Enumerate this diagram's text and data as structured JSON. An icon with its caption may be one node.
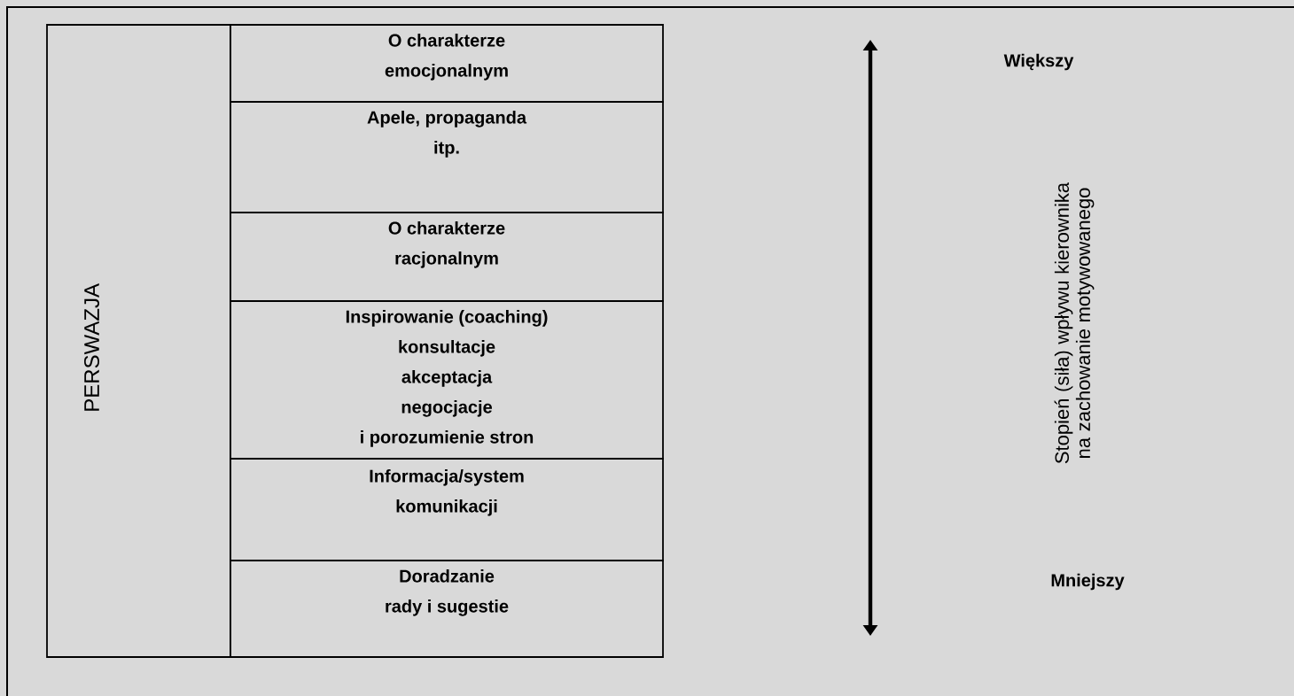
{
  "diagram": {
    "nodes": [
      {
        "text": [
          "PERSWAZJA"
        ]
      },
      {
        "text": [
          "O charakterze emocjonalnym"
        ]
      },
      {
        "text": [
          "Apele, propaganda itp."
        ]
      },
      {
        "text": [
          "O charakterze racjonalnym"
        ]
      },
      {
        "text": [
          "Inspirowanie (coaching)",
          "konsultacje",
          "akceptacja",
          "negocjacje",
          "i porozumienie stron"
        ]
      },
      {
        "text": [
          "Informacja/system komunikacji"
        ]
      },
      {
        "text": [
          "Doradzanie",
          "rady i sugestie"
        ]
      }
    ],
    "labels": [
      "Większy",
      "Stopień (siła) wpływu kierownika na zachowanie motywowanego",
      "Mniejszy"
    ]
  }
}
